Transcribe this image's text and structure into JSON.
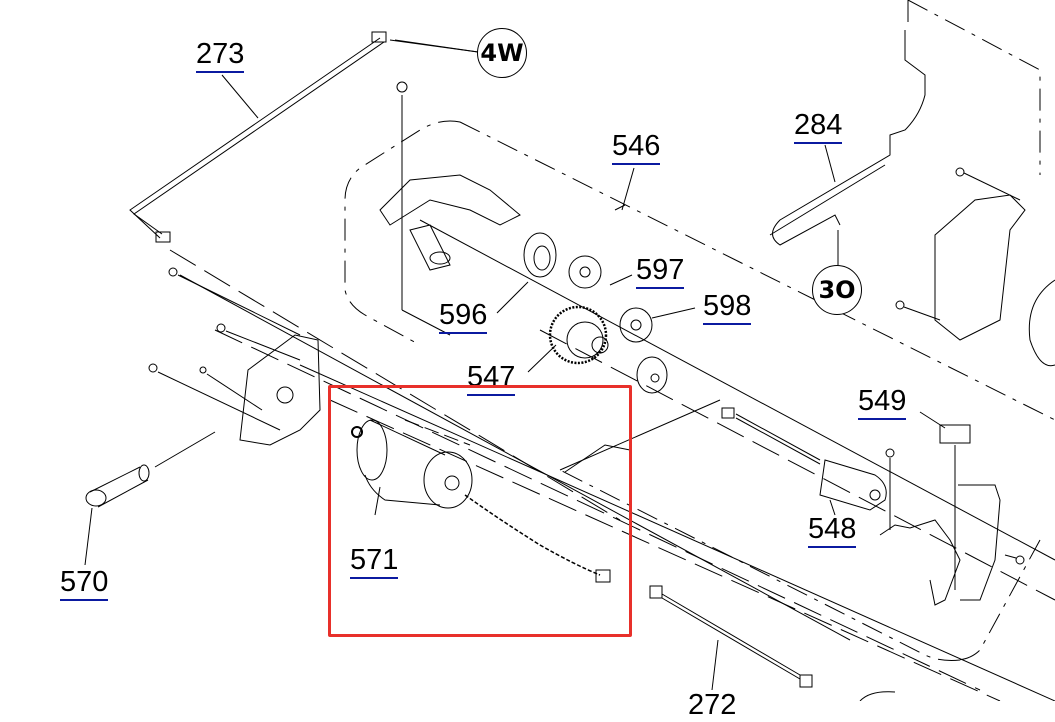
{
  "diagram": {
    "type": "exploded-parts-diagram",
    "highlight": {
      "color": "#e8302a",
      "target_part": "571"
    },
    "callout_color": "#0b1aa0",
    "callouts": [
      {
        "id": "273",
        "label": "273"
      },
      {
        "id": "546",
        "label": "546"
      },
      {
        "id": "284",
        "label": "284"
      },
      {
        "id": "596",
        "label": "596"
      },
      {
        "id": "597",
        "label": "597"
      },
      {
        "id": "598",
        "label": "598"
      },
      {
        "id": "547",
        "label": "547"
      },
      {
        "id": "549",
        "label": "549"
      },
      {
        "id": "571",
        "label": "571"
      },
      {
        "id": "570",
        "label": "570"
      },
      {
        "id": "548",
        "label": "548"
      },
      {
        "id": "272",
        "label": "272"
      }
    ],
    "reference_circles": [
      {
        "id": "4W",
        "label": "4W"
      },
      {
        "id": "3O",
        "label": "3O"
      }
    ]
  }
}
